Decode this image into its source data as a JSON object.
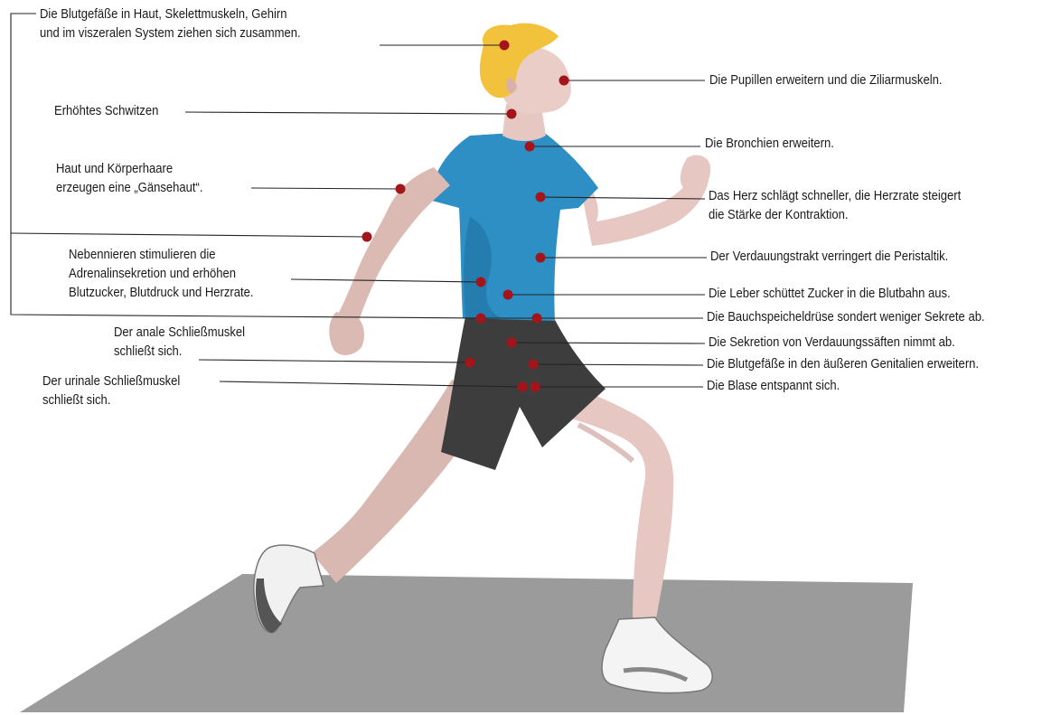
{
  "labels_left": [
    {
      "id": "blood-vessels-constrict",
      "lines": [
        "Die Blutgefäße in Haut, Skelettmuskeln, Gehirn",
        "und im viszeralen System ziehen sich zusammen."
      ]
    },
    {
      "id": "sweating",
      "lines": [
        "Erhöhtes Schwitzen"
      ]
    },
    {
      "id": "goosebumps",
      "lines": [
        "Haut und Körperhaare",
        "erzeugen eine „Gänsehaut“."
      ]
    },
    {
      "id": "adrenal",
      "lines": [
        "Nebennieren stimulieren die",
        "Adrenalinsekretion und erhöhen",
        "Blutzucker, Blutdruck und Herzrate."
      ]
    },
    {
      "id": "anal-sphincter",
      "lines": [
        "Der anale Schließmuskel",
        "schließt sich."
      ]
    },
    {
      "id": "urinary-sphincter",
      "lines": [
        "Der urinale Schließmuskel",
        "schließt sich."
      ]
    }
  ],
  "labels_right": [
    {
      "id": "pupils",
      "lines": [
        "Die Pupillen erweitern und die Ziliarmuskeln."
      ]
    },
    {
      "id": "bronchi",
      "lines": [
        "Die Bronchien erweitern."
      ]
    },
    {
      "id": "heart",
      "lines": [
        "Das Herz schlägt schneller, die Herzrate steigert",
        "die Stärke der Kontraktion."
      ]
    },
    {
      "id": "digestive",
      "lines": [
        "Der Verdauungstrakt verringert die Peristaltik."
      ]
    },
    {
      "id": "liver",
      "lines": [
        "Die Leber schüttet Zucker in die Blutbahn aus."
      ]
    },
    {
      "id": "pancreas",
      "lines": [
        "Die Bauchspeicheldrüse sondert weniger Sekrete ab."
      ]
    },
    {
      "id": "digestive-juices",
      "lines": [
        "Die Sekretion von Verdauungssäften nimmt ab."
      ]
    },
    {
      "id": "genitals",
      "lines": [
        "Die Blutgefäße in den äußeren Genitalien erweitern."
      ]
    },
    {
      "id": "bladder",
      "lines": [
        "Die Blase entspannt sich."
      ]
    }
  ],
  "colors": {
    "marker": "#a3151a",
    "shirt": "#2e8fc4",
    "shorts": "#3d3d3d",
    "skin": "#e8c9c3",
    "hair": "#f3c23c",
    "floor": "#9b9b9b"
  }
}
